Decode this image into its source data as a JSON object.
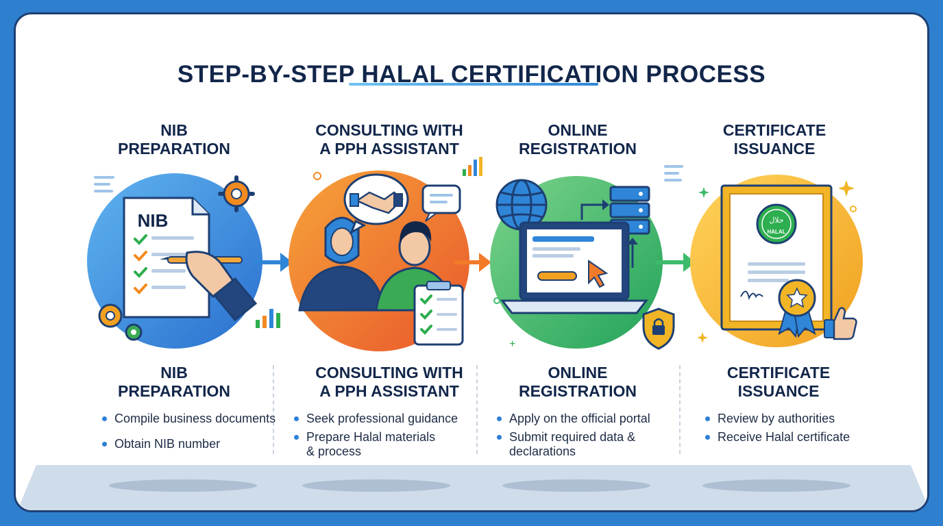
{
  "title": "STEP-BY-STEP HALAL CERTIFICATION PROCESS",
  "steps": [
    {
      "head": [
        "NIB",
        "PREPARATION"
      ],
      "sub": [
        "NIB",
        "PREPARATION"
      ],
      "badge": "NIB",
      "icons": [
        "document-icon",
        "hand-pen-icon",
        "gear-icon",
        "checklist-icon"
      ],
      "bullets": [
        "Compile business documents",
        "Obtain NIB number"
      ]
    },
    {
      "head": [
        "CONSULTING WITH",
        "A PPH ASSISTANT"
      ],
      "sub": [
        "CONSULTING WITH",
        "A PPH ASSISTANT"
      ],
      "icons": [
        "handshake-icon",
        "chat-bubble-icon",
        "clipboard-icon",
        "bar-chart-icon"
      ],
      "bullets": [
        "Seek professional guidance",
        "Prepare Halal materials\n& process"
      ]
    },
    {
      "head": [
        "ONLINE",
        "REGISTRATION"
      ],
      "sub": [
        "ONLINE",
        "REGISTRATION"
      ],
      "icons": [
        "globe-icon",
        "laptop-icon",
        "server-icon",
        "shield-lock-icon",
        "cursor-icon"
      ],
      "bullets": [
        "Apply on the official portal",
        "Submit required data &\ndeclarations"
      ]
    },
    {
      "head": [
        "CERTIFICATE",
        "ISSUANCE"
      ],
      "sub": [
        "CERTIFICATE",
        "ISSUANCE"
      ],
      "seal_text": "HALAL",
      "icons": [
        "certificate-icon",
        "seal-icon",
        "ribbon-medal-icon",
        "thumbs-up-icon"
      ],
      "bullets": [
        "Review by authorities",
        "Receive Halal certificate"
      ]
    }
  ],
  "colors": {
    "frame": "#2f7fcf",
    "title": "#12264a",
    "step1": "#2f86d8",
    "step2": "#f27b2a",
    "step3": "#3dbb6c",
    "step4": "#f2b526"
  }
}
